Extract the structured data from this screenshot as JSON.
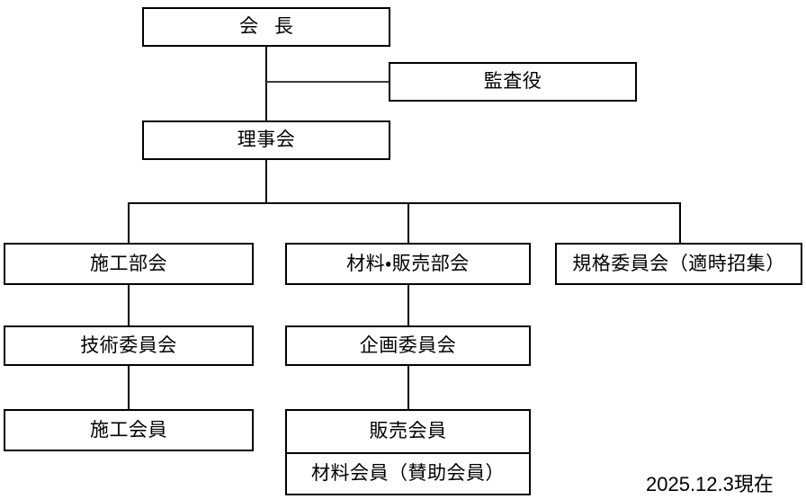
{
  "document": {
    "type": "organization-chart",
    "language": "ja",
    "background_color": "#ffffff",
    "line_color": "#000000"
  },
  "nodes": {
    "president": {
      "label": "会 長"
    },
    "auditor": {
      "label": "監査役"
    },
    "board": {
      "label": "理事会"
    },
    "construction_division": {
      "label": "施工部会"
    },
    "materials_sales_division": {
      "label": "材料・販売部会"
    },
    "standards_committee": {
      "label": "規格委員会（適時招集）"
    },
    "technical_committee": {
      "label": "技術委員会"
    },
    "planning_committee": {
      "label": "企画委員会"
    },
    "construction_members": {
      "label": "施工会員"
    },
    "sales_members": {
      "label": "販売会員"
    },
    "material_members": {
      "label": "材料会員（賛助会員）"
    }
  },
  "footer": {
    "as_of": "2025.12.3現在"
  }
}
